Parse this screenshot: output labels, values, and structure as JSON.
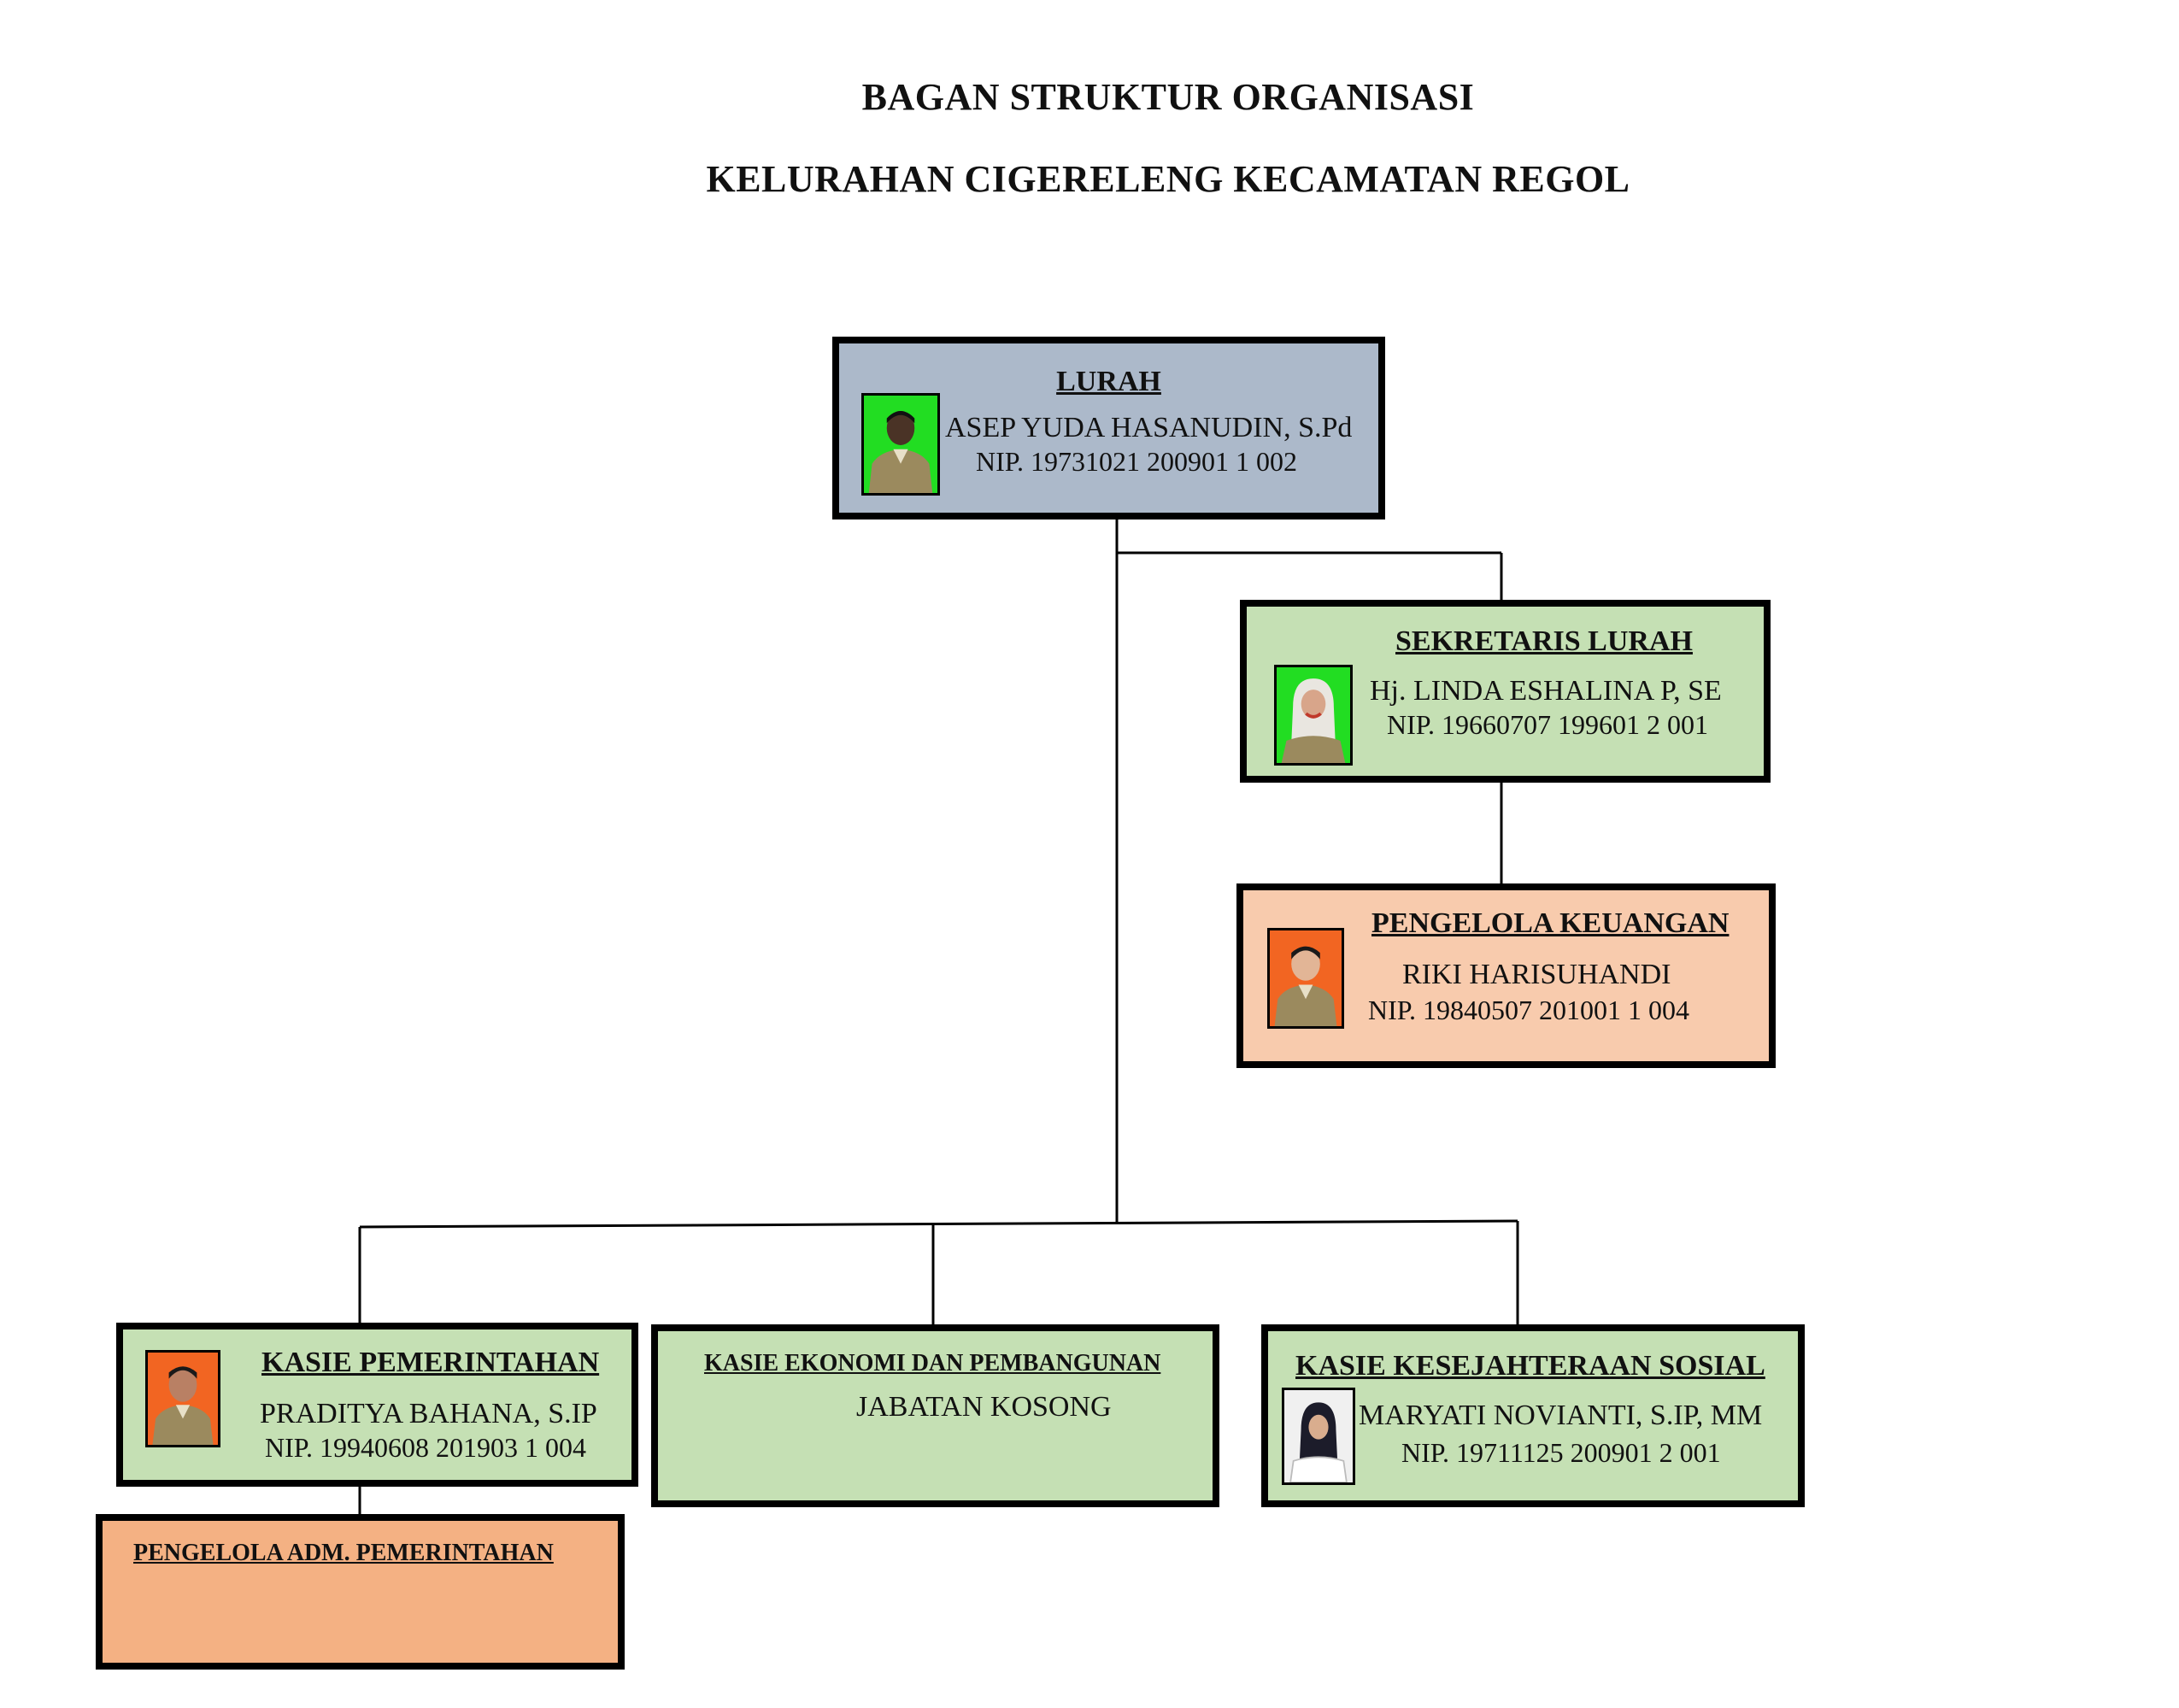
{
  "header": {
    "title_line1": "BAGAN STRUKTUR ORGANISASI",
    "title_line2": "KELURAHAN CIGERELENG KECAMATAN REGOL"
  },
  "colors": {
    "lurah_fill": "#acb9ca",
    "kasie_fill": "#c5e0b4",
    "keuangan_fill": "#f8cbad",
    "adm_fill": "#f4b183",
    "photo_green_bg": "#22dd22",
    "photo_orange_bg": "#f26522",
    "photo_white_bg": "#f0f0f0"
  },
  "nodes": {
    "lurah": {
      "role": "LURAH",
      "name": "ASEP YUDA HASANUDIN, S.Pd",
      "nip": "NIP. 19731021 200901 1 002",
      "photo_icon": "person-photo-icon"
    },
    "sekretaris": {
      "role": "SEKRETARIS LURAH",
      "name": "Hj. LINDA ESHALINA P, SE",
      "nip": "NIP. 19660707 199601 2 001",
      "photo_icon": "person-photo-icon"
    },
    "keuangan": {
      "role": "PENGELOLA KEUANGAN",
      "name": "RIKI HARISUHANDI",
      "nip": "NIP. 19840507 201001 1 004",
      "photo_icon": "person-photo-icon"
    },
    "pemerintahan": {
      "role": "KASIE PEMERINTAHAN",
      "name": "PRADITYA BAHANA, S.IP",
      "nip": "NIP. 19940608 201903 1 004",
      "photo_icon": "person-photo-icon"
    },
    "adm_pemerintahan": {
      "role": "PENGELOLA ADM. PEMERINTAHAN"
    },
    "ekonomi": {
      "role": "KASIE EKONOMI DAN PEMBANGUNAN",
      "name": "JABATAN KOSONG"
    },
    "kesos": {
      "role": "KASIE KESEJAHTERAAN  SOSIAL",
      "name": "MARYATI NOVIANTI, S.IP, MM",
      "nip": "NIP. 19711125 200901 2 001",
      "photo_icon": "person-photo-icon"
    }
  }
}
